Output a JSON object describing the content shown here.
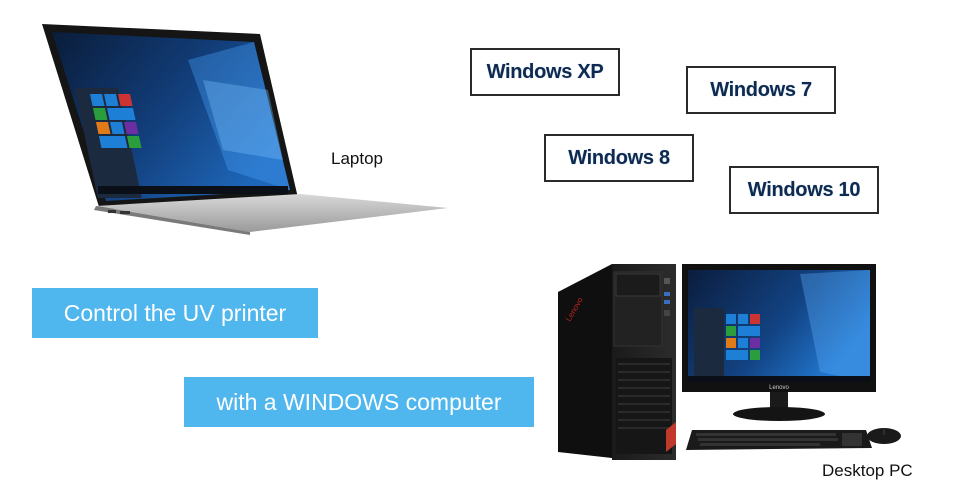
{
  "captions": {
    "laptop": "Laptop",
    "desktop": "Desktop PC"
  },
  "os_versions": [
    {
      "label": "Windows XP"
    },
    {
      "label": "Windows 7"
    },
    {
      "label": "Windows 8"
    },
    {
      "label": "Windows 10"
    }
  ],
  "banners": {
    "line1": "Control the UV printer",
    "line2": "with a WINDOWS computer"
  },
  "brand": {
    "monitor_logo": "Lenovo",
    "tower_logo": "Lenovo"
  },
  "colors": {
    "banner_bg": "#4fb6ee",
    "banner_text": "#ffffff",
    "os_text": "#0f2a4f",
    "os_border": "#2a2a2a"
  },
  "icons": [
    "laptop-image",
    "desktop-tower-image",
    "monitor-image",
    "keyboard-image",
    "mouse-image"
  ]
}
